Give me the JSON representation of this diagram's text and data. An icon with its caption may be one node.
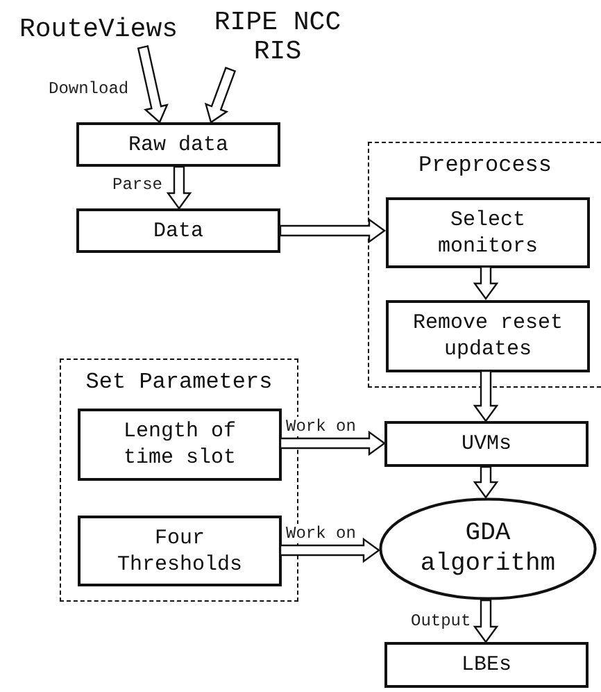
{
  "diagram": {
    "nodes": [
      {
        "text": [
          "RouteViews"
        ]
      },
      {
        "text": [
          "RIPE NCC RIS"
        ]
      },
      {
        "text": [
          "Raw data"
        ]
      },
      {
        "text": [
          "Data"
        ]
      },
      {
        "text": [
          "Preprocess"
        ]
      },
      {
        "text": [
          "Select monitors"
        ],
        "in": 4
      },
      {
        "text": [
          "Remove reset updates"
        ],
        "in": 4
      },
      {
        "text": [
          "Set Parameters"
        ]
      },
      {
        "text": [
          "Length of time slot"
        ],
        "in": 7
      },
      {
        "text": [
          "Four Thresholds"
        ],
        "in": 7
      },
      {
        "text": [
          "UVMs"
        ]
      },
      {
        "text": [
          "GDA algorithm"
        ]
      },
      {
        "text": [
          "LBEs"
        ]
      }
    ],
    "edges": [
      {
        "from": 0,
        "to": 2,
        "arrow": "to",
        "label": "Download"
      },
      {
        "from": 1,
        "to": 2,
        "arrow": "to"
      },
      {
        "from": 2,
        "to": 3,
        "arrow": "to",
        "label": "Parse"
      },
      {
        "from": 3,
        "to": 5,
        "arrow": "to"
      },
      {
        "from": 5,
        "to": 6,
        "arrow": "to"
      },
      {
        "from": 6,
        "to": 10,
        "arrow": "to"
      },
      {
        "from": 8,
        "to": 10,
        "arrow": "to",
        "label": "Work on"
      },
      {
        "from": 9,
        "to": 11,
        "arrow": "to",
        "label": "Work on"
      },
      {
        "from": 10,
        "to": 11,
        "arrow": "to"
      },
      {
        "from": 11,
        "to": 12,
        "arrow": "to",
        "label": "Output"
      }
    ]
  }
}
